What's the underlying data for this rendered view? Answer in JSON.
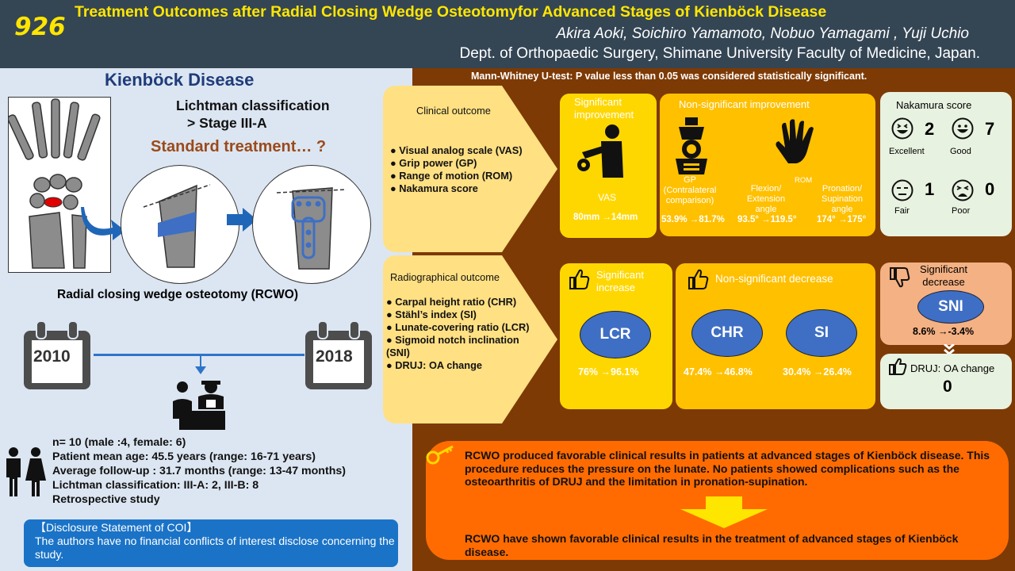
{
  "header": {
    "poster_number": "926",
    "title": "Treatment Outcomes after Radial Closing Wedge Osteotomyfor Advanced Stages of Kienböck Disease",
    "authors": "Akira Aoki,  Soichiro Yamamoto, Nobuo Yamagami , Yuji Uchio",
    "department": "Dept. of Orthopaedic Surgery, Shimane University Faculty of Medicine, Japan."
  },
  "left": {
    "disease_title": "Kienböck Disease",
    "lichtman_line1": "Lichtman classification",
    "lichtman_line2": "> Stage III-A",
    "standard_treatment": "Standard treatment… ?",
    "procedure_label": "Radial closing wedge osteotomy (RCWO)",
    "year_start": "2010",
    "year_end": "2018",
    "stats": [
      "n= 10 (male :4, female: 6)",
      "Patient mean age: 45.5 years (range: 16-71 years)",
      "Average follow-up : 31.7 months (range: 13-47 months)",
      "Lichtman classification: III-A: 2, III-B: 8",
      "Retrospective study"
    ],
    "coi_title": "【Disclosure Statement of COI】",
    "coi_text": "The authors have no financial conflicts of interest disclose concerning the study."
  },
  "right": {
    "stat_note": "Mann-Whitney U-test: P value less than 0.05 was considered statistically significant.",
    "clinical": {
      "title": "Clinical outcome",
      "bullets": [
        "Visual analog scale (VAS)",
        "Grip power (GP)",
        "Range of motion (ROM)",
        "Nakamura score"
      ],
      "sig_title_1": "Significant",
      "sig_title_2": "improvement",
      "vas_label": "VAS",
      "vas_value": "80mm →14mm",
      "nonsig_title": "Non-significant improvement",
      "gp_label_1": "GP",
      "gp_label_2": "(Contralateral",
      "gp_label_3": "comparison)",
      "gp_value": "53.9% →81.7%",
      "rom_label": "ROM",
      "flex_label_1": "Flexion/",
      "flex_label_2": "Extension",
      "flex_label_3": "angle",
      "flex_value": "93.5° →119.5°",
      "pron_label_1": "Pronation/",
      "pron_label_2": "Supination",
      "pron_label_3": "angle",
      "pron_value": "174° →175°"
    },
    "nakamura": {
      "title": "Nakamura score",
      "items": [
        {
          "label": "Excellent",
          "count": "2"
        },
        {
          "label": "Good",
          "count": "7"
        },
        {
          "label": "Fair",
          "count": "1"
        },
        {
          "label": "Poor",
          "count": "0"
        }
      ]
    },
    "radio": {
      "title": "Radiographical outcome",
      "bullets": [
        "Carpal height ratio (CHR)",
        "Stähl’s index (SI)",
        "Lunate-covering ratio (LCR)",
        "Sigmoid notch inclination (SNI)",
        "DRUJ: OA change"
      ],
      "sig_inc_1": "Significant",
      "sig_inc_2": "increase",
      "lcr": "LCR",
      "lcr_value": "76% →96.1%",
      "nonsig_dec": "Non-significant decrease",
      "chr": "CHR",
      "chr_value": "47.4% →46.8%",
      "si": "SI",
      "si_value": "30.4% →26.4%",
      "sig_dec_1": "Significant",
      "sig_dec_2": "decrease",
      "sni": "SNI",
      "sni_value": "8.6% →-3.4%",
      "druj_label": "DRUJ: OA change",
      "druj_value": "0"
    },
    "conclusion": {
      "text1": "RCWO produced favorable clinical results in patients at advanced stages of Kienböck disease. This procedure reduces the pressure on the lunate. No patients showed complications such as the osteoarthritis of DRUJ and the limitation in pronation-supination.",
      "text2": "RCWO have shown favorable clinical results in the treatment of advanced stages of Kienböck disease."
    }
  }
}
